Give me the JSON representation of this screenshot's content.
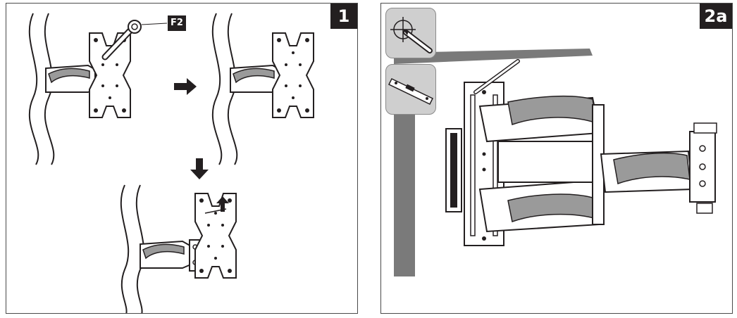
{
  "steps": {
    "step1": "1",
    "step2": "2a"
  },
  "callouts": {
    "wrench_part": "F2"
  },
  "colors": {
    "line": "#231f20",
    "wall": "#7a7a7a",
    "inset_bg": "#cfcfcf",
    "arm_fill": "#9a9a9a"
  },
  "icons": [
    "wrench-icon",
    "pencil-icon",
    "spirit-level-icon",
    "arrow-right-icon",
    "arrow-down-icon",
    "arrow-up-icon"
  ]
}
